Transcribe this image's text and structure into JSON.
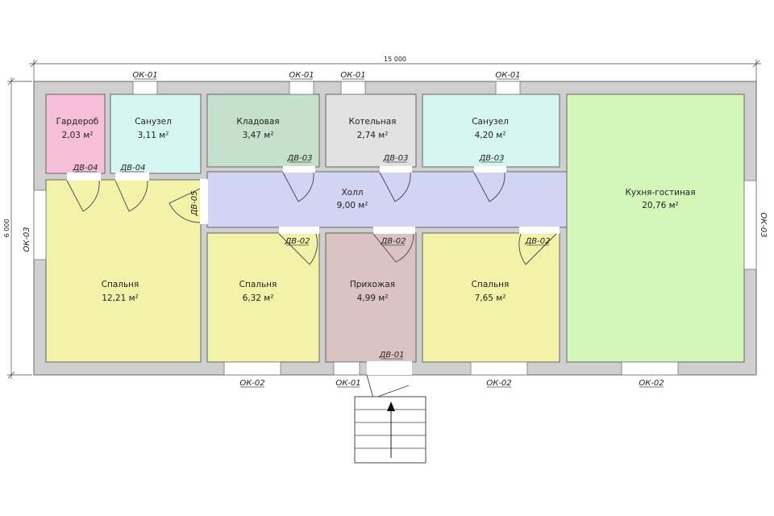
{
  "dimensions": {
    "width": "15 000",
    "height": "6 000"
  },
  "rooms": [
    {
      "name": "Гардероб",
      "area": "2,03 м²",
      "color": "#f7bfda"
    },
    {
      "name": "Санузел",
      "area": "3,11 м²",
      "color": "#d6f6f2"
    },
    {
      "name": "Кладовая",
      "area": "3,47 м²",
      "color": "#c5e1cc"
    },
    {
      "name": "Котельная",
      "area": "2,74 м²",
      "color": "#e2e2e2"
    },
    {
      "name": "Санузел",
      "area": "4,20 м²",
      "color": "#d6f6f2"
    },
    {
      "name": "Кухня-гостиная",
      "area": "20,76 м²",
      "color": "#d3f7b8"
    },
    {
      "name": "Холл",
      "area": "9,00 м²",
      "color": "#d2d4f4"
    },
    {
      "name": "Спальня",
      "area": "12,21 м²",
      "color": "#f2f3a9"
    },
    {
      "name": "Спальня",
      "area": "6,32 м²",
      "color": "#f2f3a9"
    },
    {
      "name": "Прихожая",
      "area": "4,99 м²",
      "color": "#dcc3c3"
    },
    {
      "name": "Спальня",
      "area": "7,65 м²",
      "color": "#f2f3a9"
    }
  ],
  "window_tags": [
    "ОК-01",
    "ОК-01",
    "ОК-01",
    "ОК-01",
    "ОК-03",
    "ОК-03",
    "ОК-02",
    "ОК-01",
    "ОК-02",
    "ОК-02"
  ],
  "door_tags": [
    "ДВ-04",
    "ДВ-04",
    "ДВ-05",
    "ДВ-03",
    "ДВ-03",
    "ДВ-03",
    "ДВ-02",
    "ДВ-02",
    "ДВ-02",
    "ДВ-01"
  ]
}
